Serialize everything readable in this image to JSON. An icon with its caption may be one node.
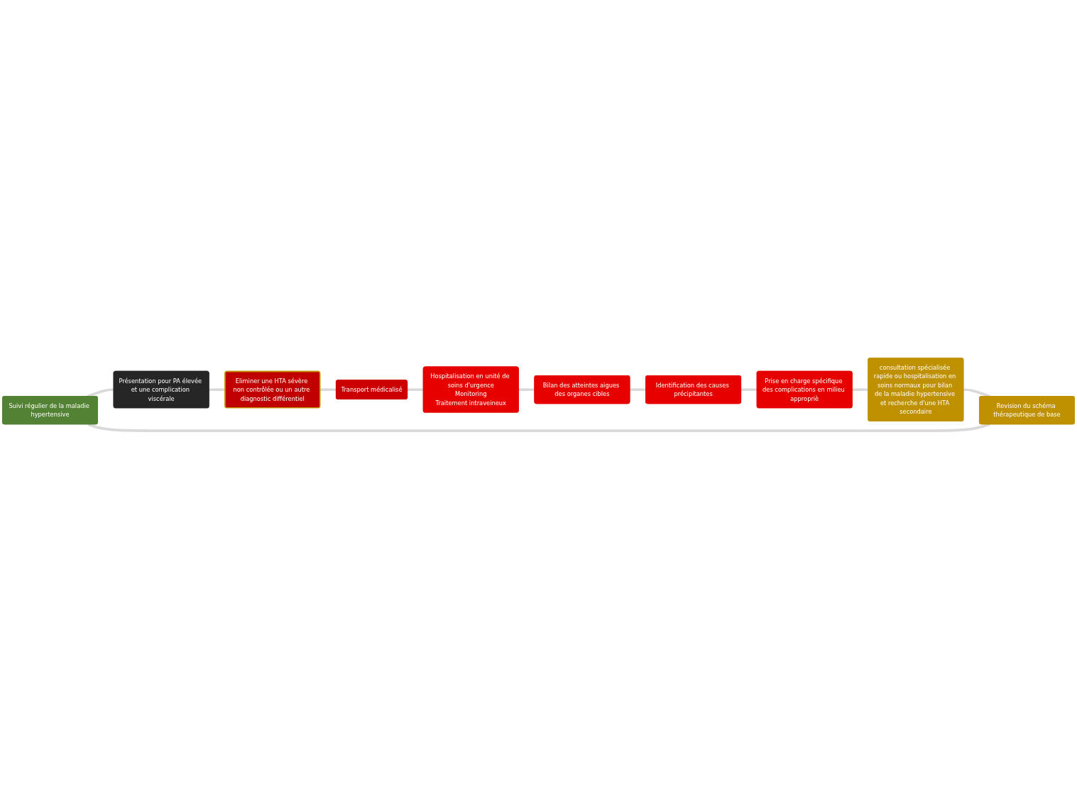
{
  "diagram": {
    "nodes": [
      {
        "text": [
          "Suivi régulier de la maladie hypertensive"
        ]
      },
      {
        "text": [
          "Présentation pour PA élevée et une complication viscérale"
        ]
      },
      {
        "text": [
          "Eliminer une HTA sévère non contrôlée ou un autre diagnostic différentiel"
        ]
      },
      {
        "text": [
          "Transport médicalisé"
        ]
      },
      {
        "text": [
          "Hospitalisation en unité de soins d'urgence",
          "Monitoring",
          "Traitement intraveineux"
        ]
      },
      {
        "text": [
          "Bilan des atteintes aigues des organes cibles"
        ]
      },
      {
        "text": [
          "Identification des causes précipitantes"
        ]
      },
      {
        "text": [
          "Prise en charge spécifique des complications en milieu appropriè"
        ]
      },
      {
        "text": [
          "consultation spécialisée rapide ou hospitalisation en soins normaux pour bilan de la maladie hypertensive et recherche d'une HTA secondaire"
        ]
      },
      {
        "text": [
          "Revision du schéma thérapeutique de base"
        ]
      }
    ],
    "edges": [
      {
        "from": 0,
        "to": 1,
        "arrow": "none"
      },
      {
        "from": 1,
        "to": 2,
        "arrow": "none"
      },
      {
        "from": 2,
        "to": 3,
        "arrow": "none"
      },
      {
        "from": 3,
        "to": 4,
        "arrow": "none"
      },
      {
        "from": 4,
        "to": 5,
        "arrow": "none"
      },
      {
        "from": 5,
        "to": 6,
        "arrow": "none"
      },
      {
        "from": 6,
        "to": 7,
        "arrow": "none"
      },
      {
        "from": 7,
        "to": 8,
        "arrow": "none"
      },
      {
        "from": 8,
        "to": 9,
        "arrow": "none"
      },
      {
        "from": 9,
        "to": 0,
        "arrow": "to"
      }
    ]
  }
}
